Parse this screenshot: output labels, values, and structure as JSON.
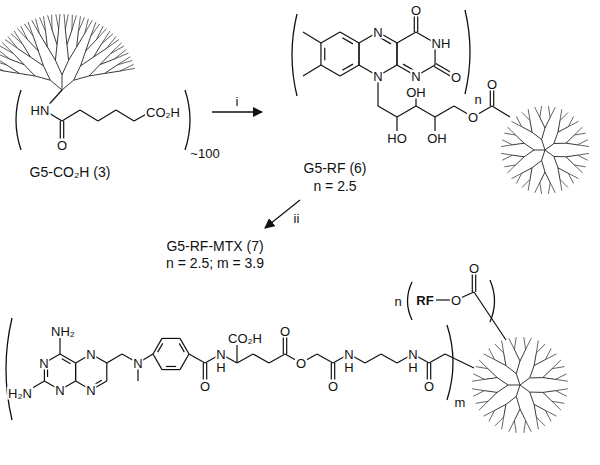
{
  "diagram": {
    "nodes": [
      {
        "text": [
          "G5-CO₂H (3)"
        ]
      },
      {
        "text": [
          "G5-RF (6)",
          "n = 2.5"
        ]
      },
      {
        "text": [
          "G5-RF-MTX (7)",
          "n = 2.5; m = 3.9"
        ]
      }
    ],
    "edges": [
      {
        "from": 0,
        "to": 1,
        "arrow": "to",
        "label": "i"
      },
      {
        "from": 1,
        "to": 2,
        "arrow": "to",
        "label": "ii"
      }
    ],
    "labels": [
      "HN",
      "O",
      "CO₂H",
      "~100",
      "O",
      "N",
      "NH",
      "O",
      "N",
      "N",
      "OH",
      "HO",
      "OH",
      "O",
      "O",
      "n",
      "n",
      "RF",
      "O",
      "O",
      "NH₂",
      "CO₂H",
      "O",
      "N",
      "N",
      "N",
      "N",
      "N",
      "N",
      "H₂N",
      "N",
      "N",
      "H",
      "O",
      "O",
      "O",
      "H",
      "H",
      "O",
      "m"
    ]
  }
}
